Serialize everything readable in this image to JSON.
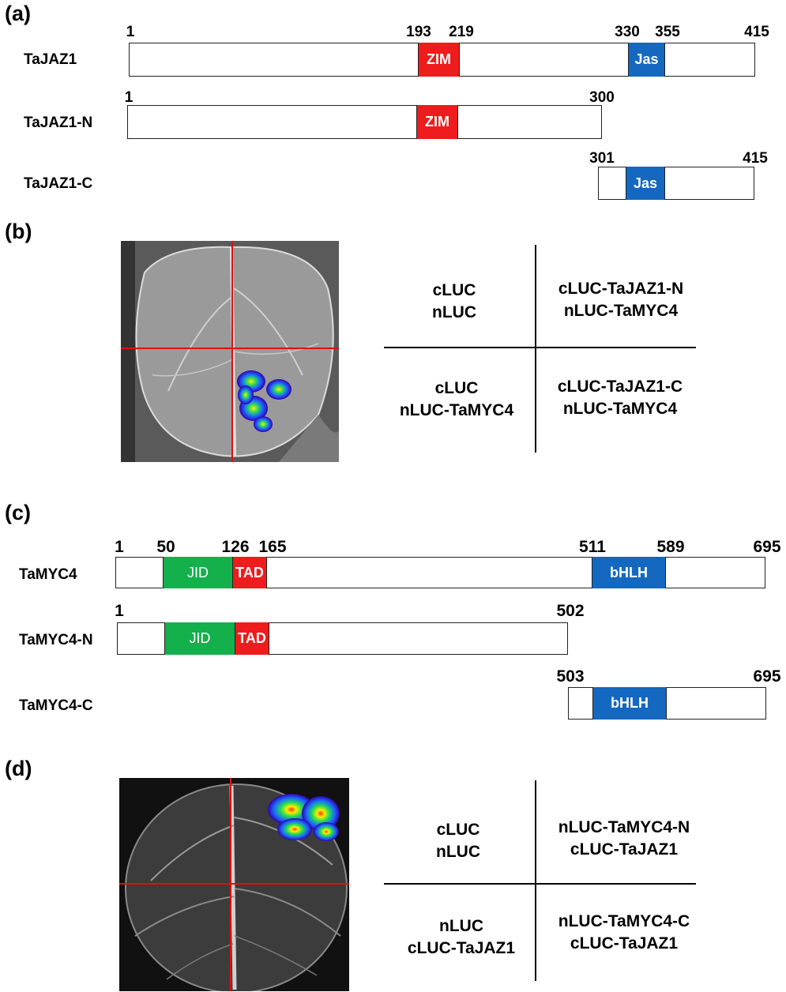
{
  "panel_a": {
    "label": "(a)",
    "rows": [
      {
        "name": "TaJAZ1",
        "start": "1",
        "end": "415",
        "zim_start": "193",
        "zim_end": "219",
        "jas_start": "330",
        "jas_end": "355",
        "zim": "ZIM",
        "jas": "Jas"
      },
      {
        "name": "TaJAZ1-N",
        "start": "1",
        "end": "300",
        "zim": "ZIM"
      },
      {
        "name": "TaJAZ1-C",
        "start": "301",
        "end": "415",
        "jas": "Jas"
      }
    ]
  },
  "panel_b": {
    "label": "(b)",
    "grid": {
      "top_left": [
        "cLUC",
        "nLUC"
      ],
      "top_right": [
        "cLUC-TaJAZ1-N",
        "nLUC-TaMYC4"
      ],
      "bottom_left": [
        "cLUC",
        "nLUC-TaMYC4"
      ],
      "bottom_right": [
        "cLUC-TaJAZ1-C",
        "nLUC-TaMYC4"
      ]
    }
  },
  "panel_c": {
    "label": "(c)",
    "rows": [
      {
        "name": "TaMYC4",
        "start": "1",
        "jid_start": "50",
        "jid_end": "126",
        "tad_end": "165",
        "bhlh_start": "511",
        "bhlh_end": "589",
        "end": "695",
        "jid": "JID",
        "tad": "TAD",
        "bhlh": "bHLH"
      },
      {
        "name": "TaMYC4-N",
        "start": "1",
        "end": "502",
        "jid": "JID",
        "tad": "TAD"
      },
      {
        "name": "TaMYC4-C",
        "start": "503",
        "end": "695",
        "bhlh": "bHLH"
      }
    ]
  },
  "panel_d": {
    "label": "(d)",
    "grid": {
      "top_left": [
        "cLUC",
        "nLUC"
      ],
      "top_right": [
        "nLUC-TaMYC4-N",
        "cLUC-TaJAZ1"
      ],
      "bottom_left": [
        "nLUC",
        "cLUC-TaJAZ1"
      ],
      "bottom_right": [
        "nLUC-TaMYC4-C",
        "cLUC-TaJAZ1"
      ]
    }
  },
  "colors": {
    "zim": "#ee1c1c",
    "tad": "#ee1c1c",
    "jas": "#1468c0",
    "bhlh": "#1468c0",
    "jid": "#14b04c",
    "crosshair": "#e01010"
  }
}
